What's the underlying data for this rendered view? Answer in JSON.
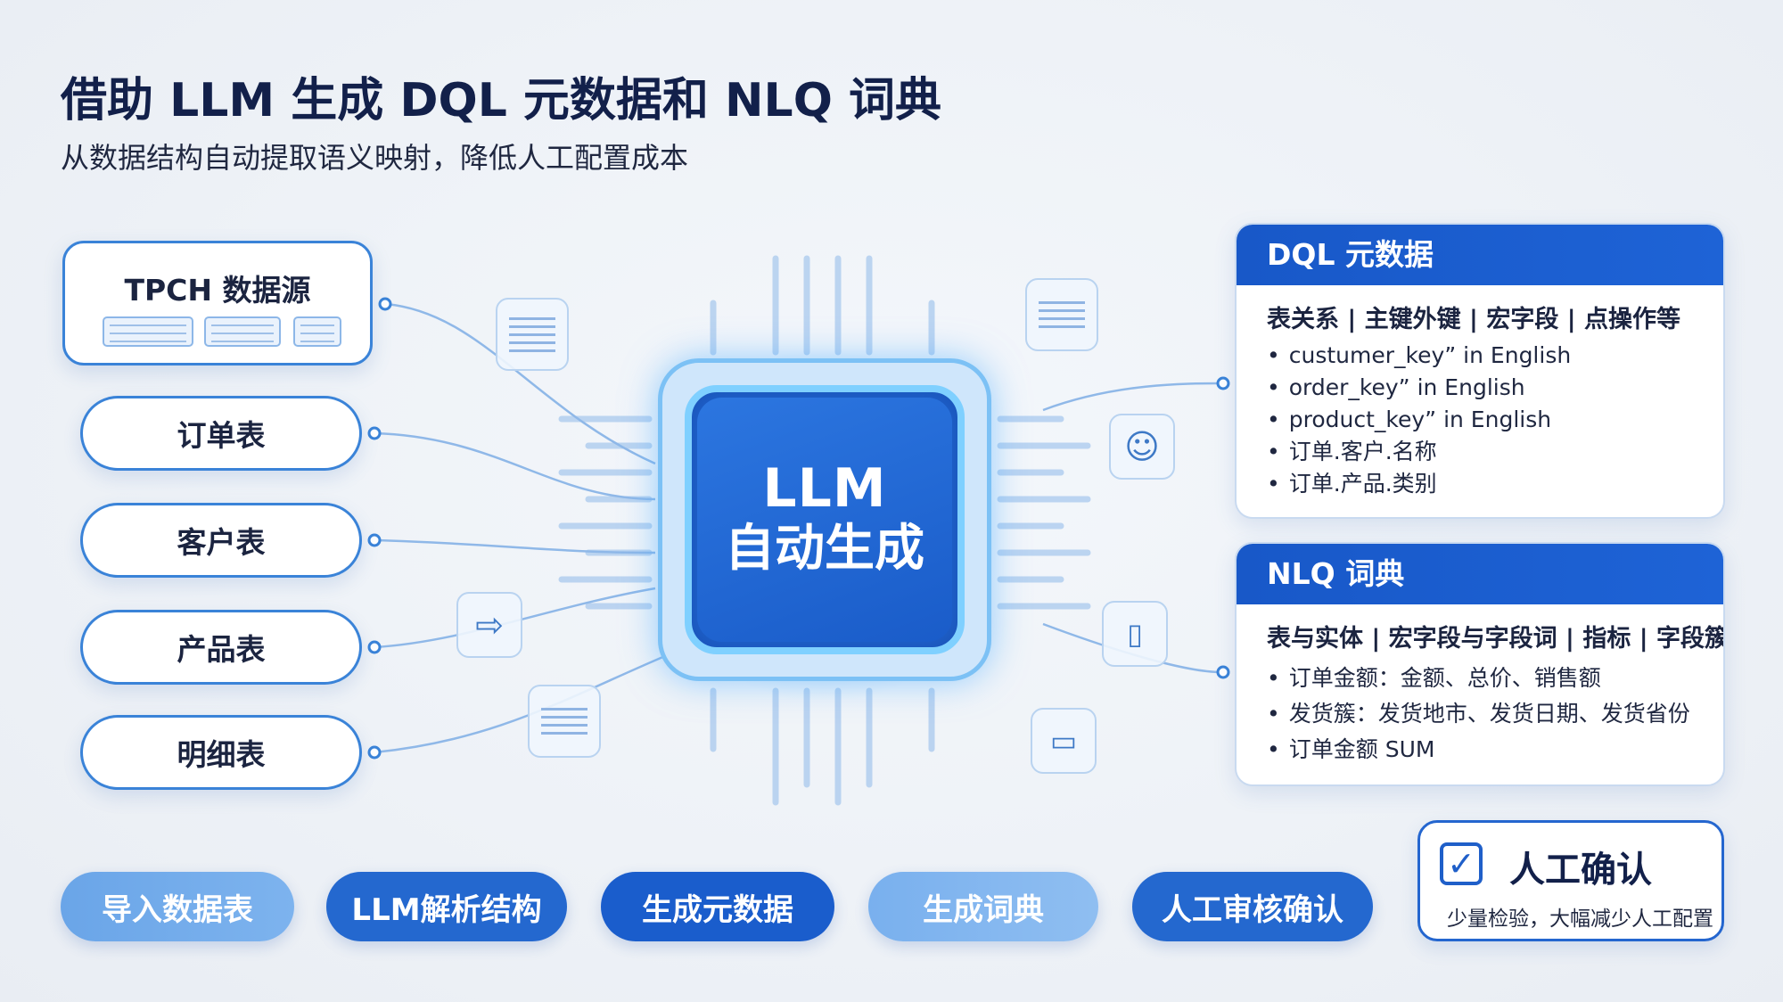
{
  "title": "借助 LLM 生成 DQL 元数据和 NLQ 词典",
  "subtitle": "从数据结构自动提取语义映射，降低人工配置成本",
  "sources": {
    "datasource_label": "TPCH 数据源",
    "tables": [
      "订单表",
      "客户表",
      "产品表",
      "明细表"
    ]
  },
  "chip": {
    "line1": "LLM",
    "line2": "自动生成"
  },
  "dql_card": {
    "header": "DQL 元数据",
    "subheader": "表关系 | 主键外键 | 宏字段 | 点操作等",
    "items": [
      "custumer_key” in English",
      "order_key” in English",
      "product_key” in English",
      "订单.客户.名称",
      "订单.产品.类别"
    ]
  },
  "nlq_card": {
    "header": "NLQ 词典",
    "subheader": "表与实体 | 宏字段与字段词 | 指标 | 字段簇",
    "items": [
      "订单金额：金额、总价、销售额",
      "发货簇：发货地市、发货日期、发货省份",
      "订单金额 SUM"
    ]
  },
  "steps": [
    "导入数据表",
    "LLM解析结构",
    "生成元数据",
    "生成词典",
    "人工审核确认"
  ],
  "confirm": {
    "title": "人工确认",
    "subtitle": "少量检验，大幅减少人工配置"
  },
  "colors": {
    "primary": "#1e63d6",
    "step_light": "#6fa9e8",
    "step_dark": "#1f63cf",
    "card_border": "#3a83d8"
  },
  "icons": [
    "document-lines-icon",
    "forward-arrow-icon",
    "face-bubble-icon",
    "note-icon",
    "book-icon",
    "checkbox-icon"
  ]
}
